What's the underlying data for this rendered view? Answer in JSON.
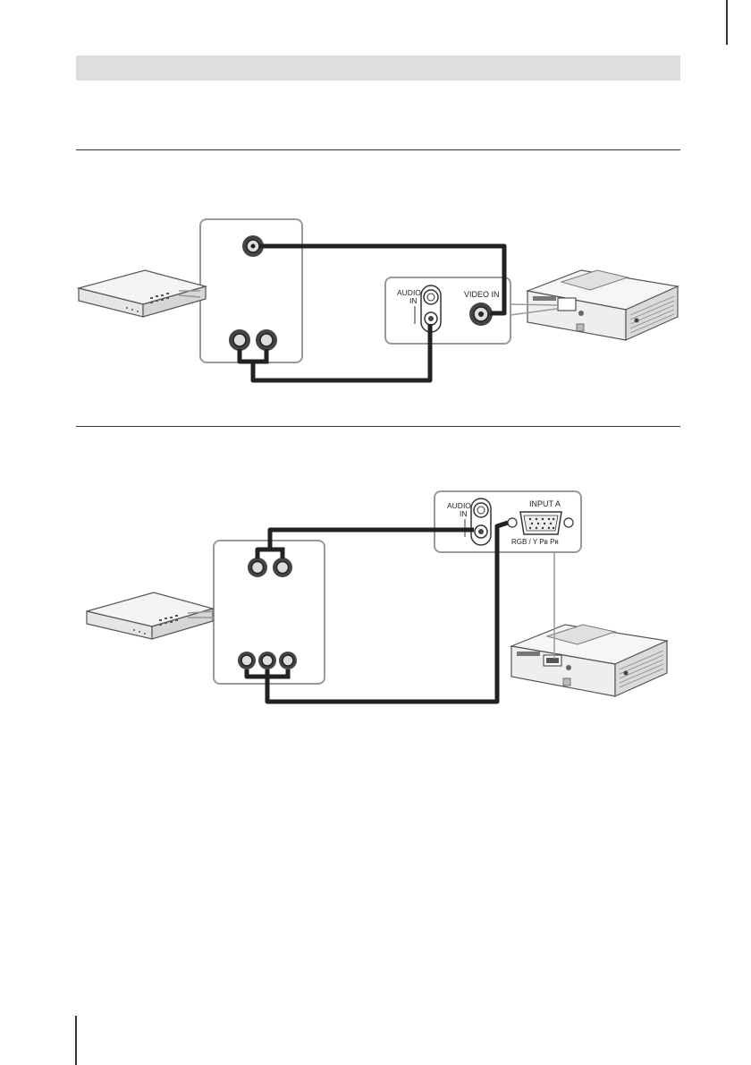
{
  "diagram_1": {
    "audio_in_label": [
      "AUDIO",
      "IN"
    ],
    "video_in_label": "VIDEO IN"
  },
  "diagram_2": {
    "audio_in_label": [
      "AUDIO",
      "IN"
    ],
    "input_a_label": "INPUT A",
    "rgb_label": "RGB / Y Pʙ Pʀ"
  }
}
